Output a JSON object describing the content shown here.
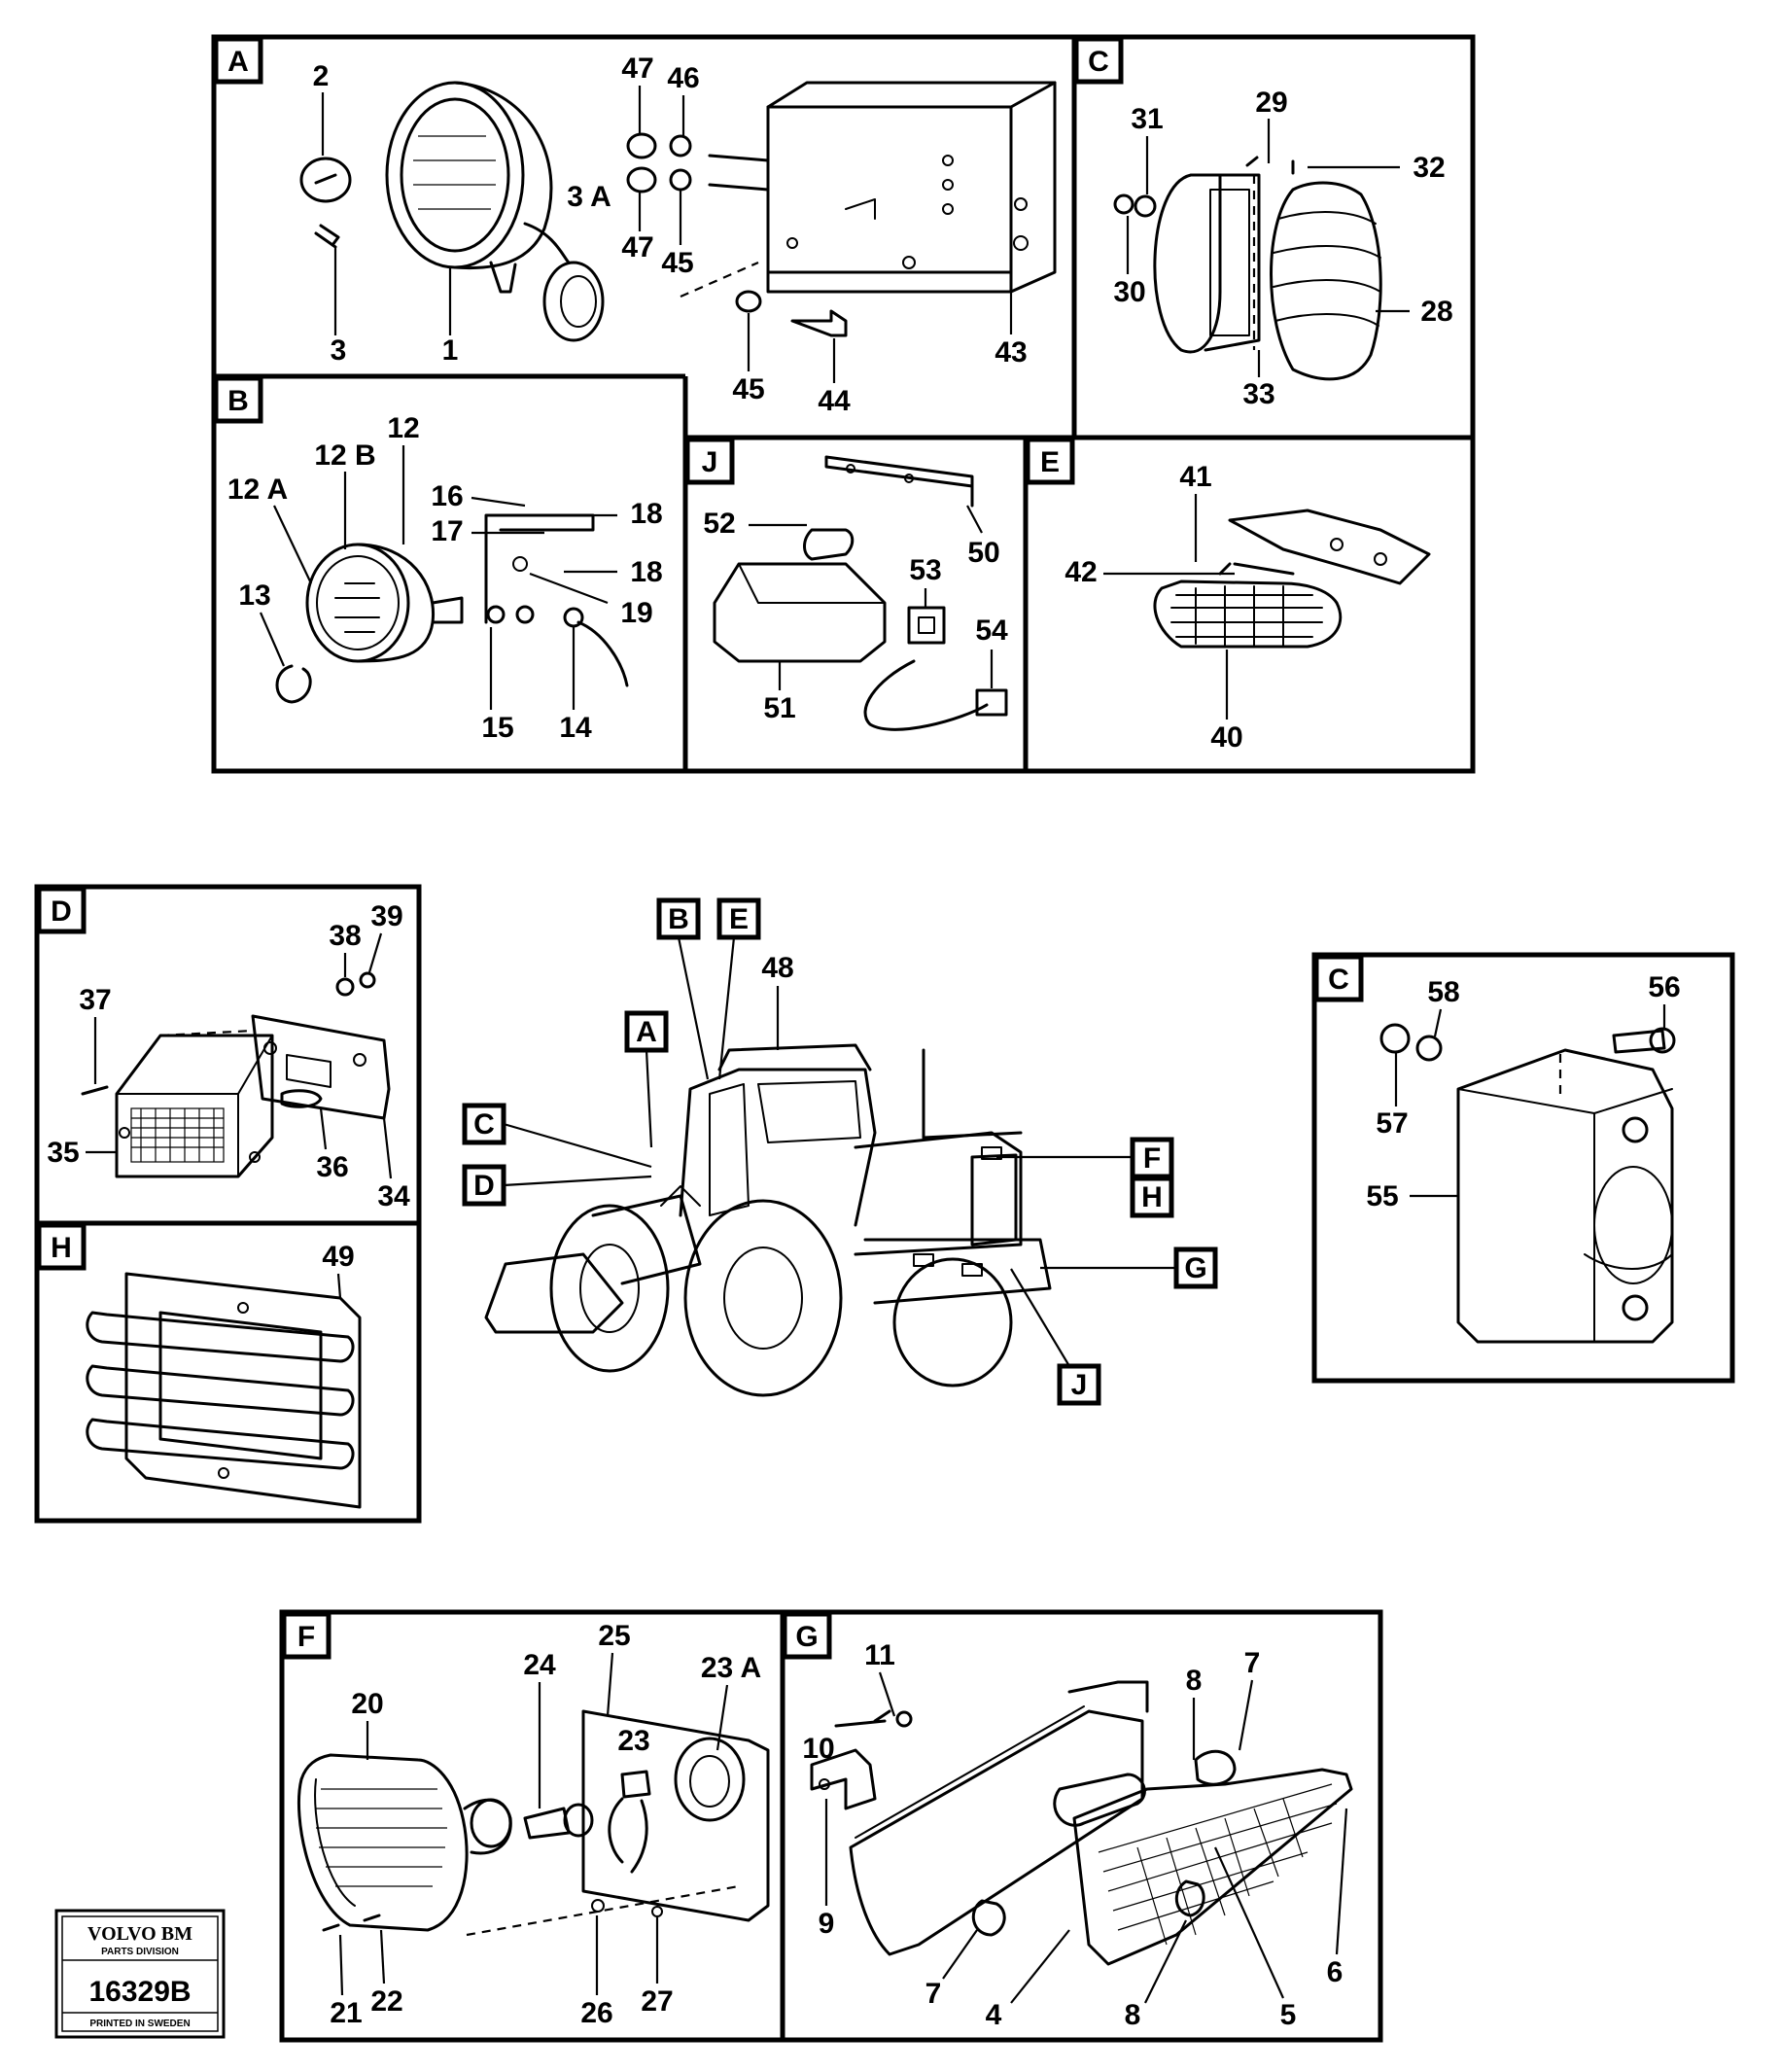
{
  "panels": {
    "A": "A",
    "B": "B",
    "C_top": "C",
    "J": "J",
    "E": "E",
    "D": "D",
    "H": "H",
    "C_right": "C",
    "F": "F",
    "G": "G"
  },
  "labels": {
    "A": {
      "l2": "2",
      "l3": "3",
      "l1": "1",
      "l3A": "3 A",
      "l47a": "47",
      "l46": "46",
      "l47b": "47",
      "l45a": "45",
      "l45b": "45",
      "l44": "44",
      "l43": "43"
    },
    "C_top": {
      "l31": "31",
      "l29": "29",
      "l32": "32",
      "l30": "30",
      "l28": "28",
      "l33": "33"
    },
    "B": {
      "l12": "12",
      "l12B": "12 B",
      "l12A": "12 A",
      "l13": "13",
      "l16": "16",
      "l17": "17",
      "l18a": "18",
      "l18b": "18",
      "l19": "19",
      "l15": "15",
      "l14": "14"
    },
    "J": {
      "l52": "52",
      "l50": "50",
      "l53": "53",
      "l54": "54",
      "l51": "51"
    },
    "E": {
      "l41": "41",
      "l42": "42",
      "l40": "40"
    },
    "D": {
      "l38": "38",
      "l39": "39",
      "l37": "37",
      "l35": "35",
      "l36": "36",
      "l34": "34"
    },
    "H": {
      "l49": "49"
    },
    "machine": {
      "l48": "48",
      "cB": "B",
      "cE": "E",
      "cA": "A",
      "cC": "C",
      "cD": "D",
      "cF": "F",
      "cH": "H",
      "cG": "G",
      "cJ": "J"
    },
    "C_right": {
      "l58": "58",
      "l56": "56",
      "l57": "57",
      "l55": "55"
    },
    "F": {
      "l24": "24",
      "l25": "25",
      "l23A": "23 A",
      "l20": "20",
      "l23": "23",
      "l21": "21",
      "l22": "22",
      "l26": "26",
      "l27": "27"
    },
    "G": {
      "l11": "11",
      "l8a": "8",
      "l7a": "7",
      "l10": "10",
      "l9": "9",
      "l7b": "7",
      "l4": "4",
      "l8b": "8",
      "l5": "5",
      "l6": "6"
    }
  },
  "stamp": {
    "brand": "VOLVO BM",
    "division": "PARTS DIVISION",
    "number": "16329B",
    "printed": "PRINTED IN SWEDEN"
  }
}
